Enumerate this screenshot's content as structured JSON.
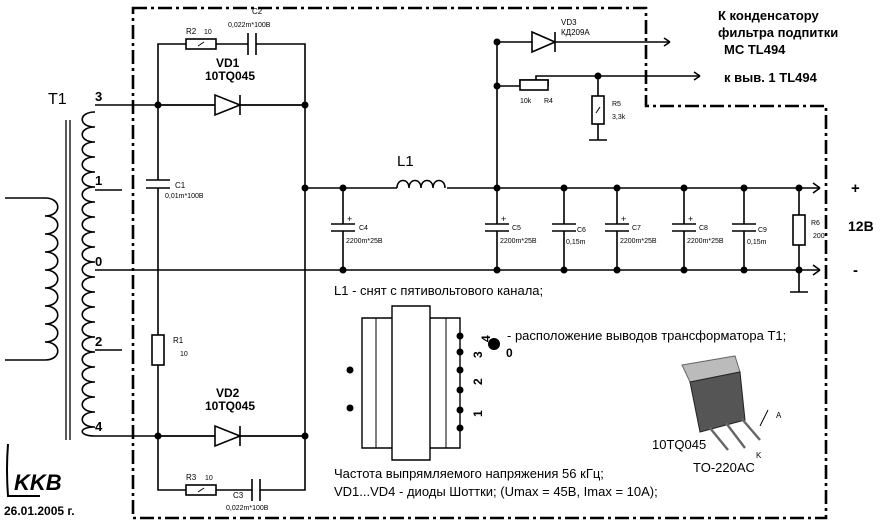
{
  "labels": {
    "t1": "T1",
    "tap3": "3",
    "tap1": "1",
    "tap0": "0",
    "tap2": "2",
    "tap4": "4",
    "r2": "R2",
    "r2_val": "10",
    "c2": "C2",
    "c2_val": "0,022m*100B",
    "vd1": "VD1",
    "vd1_type": "10TQ045",
    "c1": "C1",
    "c1_val": "0,01m*100B",
    "r1": "R1",
    "r1_val": "10",
    "vd2": "VD2",
    "vd2_type": "10TQ045",
    "r3": "R3",
    "r3_val": "10",
    "c3": "C3",
    "c3_val": "0,022m*100B",
    "l1": "L1",
    "c4": "C4",
    "c4_val": "2200m*25B",
    "vd3": "VD3",
    "vd3_type": "КД209А",
    "r4": "R4",
    "r4_val": "10k",
    "r5": "R5",
    "r5_val": "3,3k",
    "c5": "C5",
    "c5_val": "2200m*25B",
    "c6": "C6",
    "c6_val": "0,15m",
    "c7": "C7",
    "c7_val": "2200m*25B",
    "c8": "C8",
    "c8_val": "2200m*25B",
    "c9": "C9",
    "c9_val": "0,15m",
    "r6": "R6",
    "r6_val": "200",
    "plus": "+",
    "minus": "-",
    "out_voltage": "12B",
    "cap_plus": "+",
    "dest1_line1": "К конденсатору",
    "dest1_line2": "фильтра подпитки",
    "dest1_line3": "МС TL494",
    "dest2": "к выв. 1 TL494",
    "note_l1": "L1 - снят с пятивольтового канала;",
    "pin_legend": "- расположение выводов трансформатора T1;",
    "pin0": "0",
    "pin1": "1",
    "pin2": "2",
    "pin3": "3",
    "pin4": "4",
    "freq_note": "Частота выпрямляемого напряжения 56 кГц;",
    "diode_note": "VD1...VD4 - диоды Шоттки; (Umax = 45B, Imax = 10A);",
    "pkg_part": "10TQ045",
    "pkg_case": "TO-220AC",
    "pkg_a": "A",
    "pkg_k": "K",
    "logo": "KKB",
    "date": "26.01.2005 г."
  }
}
